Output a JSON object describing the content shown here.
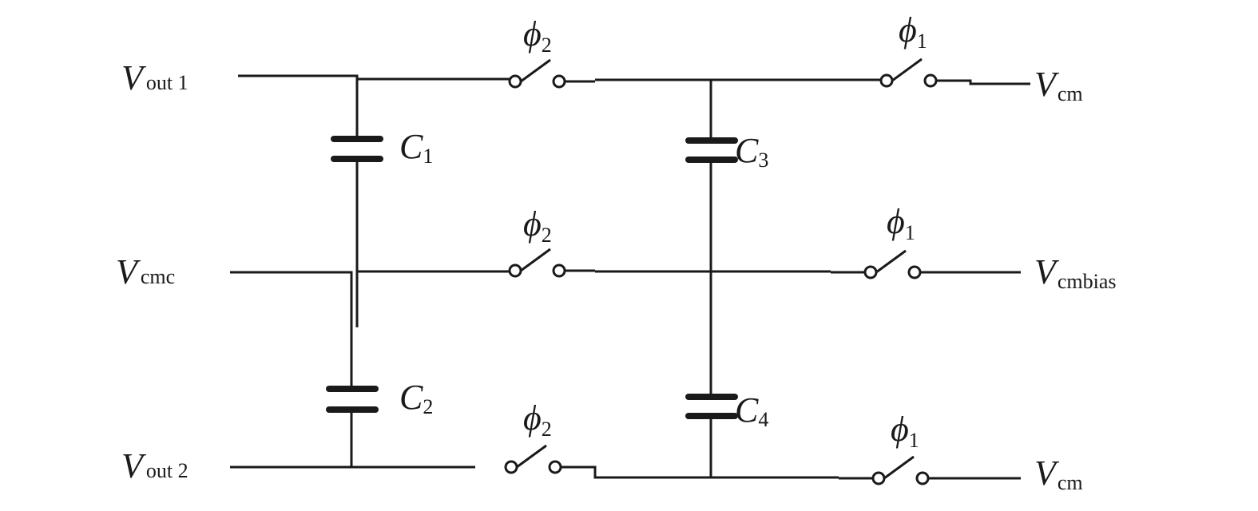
{
  "nodes": {
    "vout1": {
      "main": "V",
      "sub": "out 1"
    },
    "vcmc": {
      "main": "V",
      "sub": "cmc"
    },
    "vout2": {
      "main": "V",
      "sub": "out 2"
    },
    "vcm_top": {
      "main": "V",
      "sub": "cm"
    },
    "vcmbias": {
      "main": "V",
      "sub": "cmbias"
    },
    "vcm_bottom": {
      "main": "V",
      "sub": "cm"
    }
  },
  "capacitors": {
    "c1": {
      "main": "C",
      "sub": "1"
    },
    "c2": {
      "main": "C",
      "sub": "2"
    },
    "c3": {
      "main": "C",
      "sub": "3"
    },
    "c4": {
      "main": "C",
      "sub": "4"
    }
  },
  "switches": {
    "top_left": {
      "main": "ϕ",
      "sub": "2"
    },
    "mid_left": {
      "main": "ϕ",
      "sub": "2"
    },
    "bot_left": {
      "main": "ϕ",
      "sub": "2"
    },
    "top_right": {
      "main": "ϕ",
      "sub": "1"
    },
    "mid_right": {
      "main": "ϕ",
      "sub": "1"
    },
    "bot_right": {
      "main": "ϕ",
      "sub": "1"
    }
  }
}
